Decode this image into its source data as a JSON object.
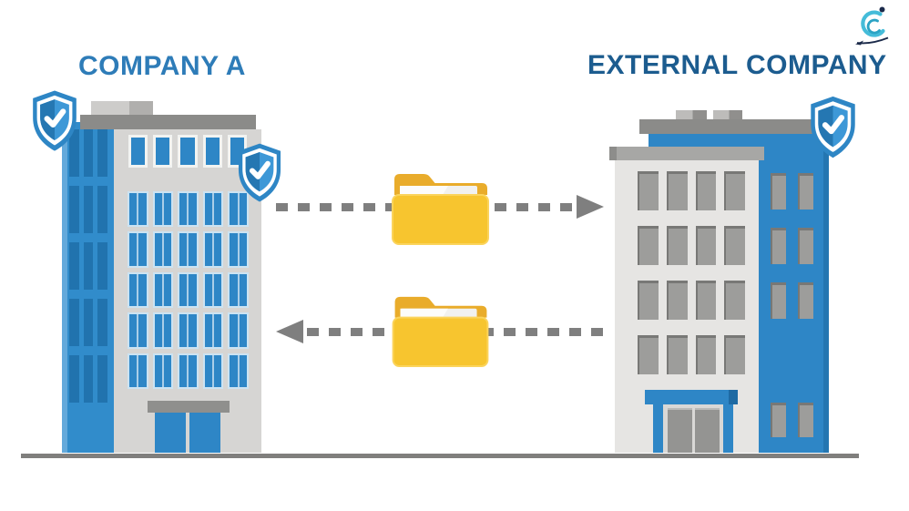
{
  "titles": {
    "company_a": "COMPANY A",
    "external_company": "EXTERNAL COMPANY"
  },
  "colors": {
    "title_left": "#2E7CB8",
    "title_right": "#1C5C8F",
    "building_blue": "#2E86C6",
    "tower_blue": "#318CCB",
    "tower_blue_highlight": "#63A9DB",
    "tower_window_blue": "#2173AE",
    "facade_gray": "#D6D5D3",
    "facade_white": "#E6E5E3",
    "window_gray": "#9D9D9B",
    "roof_gray": "#8B8B89",
    "trim_gray": "#A7A7A5",
    "ground_gray": "#807F7D",
    "arrow_gray": "#7F7F7F",
    "folder_front": "#F7C52F",
    "folder_back": "#E9AC2B",
    "folder_paper": "#F1F1EF",
    "shield_blue": "#2E86C5",
    "shield_dark": "#2577B2",
    "shield_light": "#3D98D7",
    "check_white": "#FFFFFF",
    "logo_cyan": "#45BCD9",
    "logo_navy": "#1B2A4A"
  },
  "icons": {
    "shields": "shield-check (security/verified) on both company buildings",
    "folders": "yellow file folder transferred in each direction",
    "arrow_top": "dashed-arrow-right (Company A to External Company)",
    "arrow_bottom": "dashed-arrow-left (External Company to Company A)",
    "brand_logo": "cyan swirl figure logo, top-right corner"
  }
}
